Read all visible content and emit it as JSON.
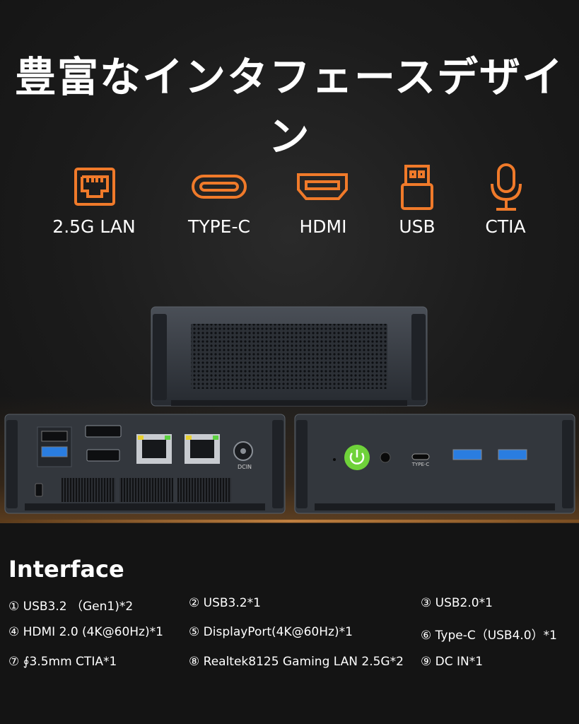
{
  "title": "豊富なインタフェースデザイン",
  "ports": [
    {
      "label": "2.5G LAN",
      "icon": "lan-port-icon"
    },
    {
      "label": "TYPE-C",
      "icon": "type-c-port-icon"
    },
    {
      "label": "HDMI",
      "icon": "hdmi-port-icon"
    },
    {
      "label": "USB",
      "icon": "usb-port-icon"
    },
    {
      "label": "CTIA",
      "icon": "microphone-icon"
    }
  ],
  "device_labels": {
    "type_c": "TYPE-C",
    "dc_in": "DCIN"
  },
  "interface": {
    "heading": "Interface",
    "specs": [
      "① USB3.2 （Gen1)*2",
      "② USB3.2*1",
      "③ USB2.0*1",
      "④ HDMI 2.0 (4K@60Hz)*1",
      "⑤ DisplayPort(4K@60Hz)*1",
      "⑥ Type-C（USB4.0）*1",
      "⑦ ∮3.5mm CTIA*1",
      "⑧ Realtek8125 Gaming LAN 2.5G*2",
      "⑨ DC IN*1"
    ]
  },
  "colors": {
    "accent": "#f07a2a",
    "power_button": "#6fd23a",
    "usb_blue": "#2a7de0"
  }
}
